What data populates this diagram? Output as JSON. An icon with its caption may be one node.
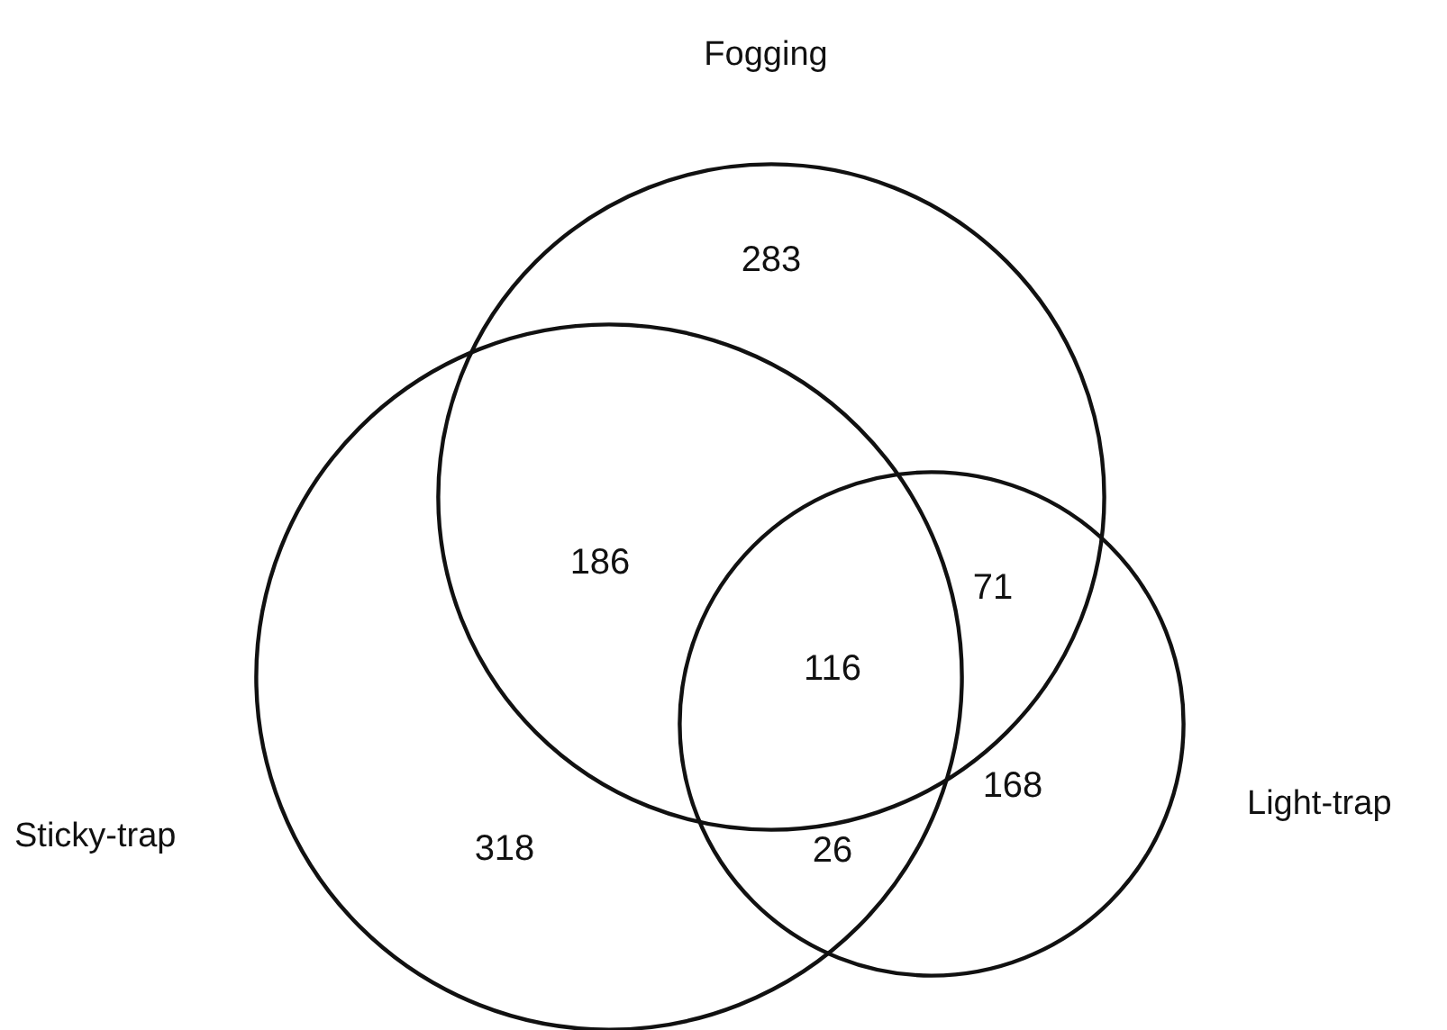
{
  "diagram": {
    "nodes": [
      {
        "text": [
          "Fogging"
        ]
      },
      {
        "text": [
          "Sticky-trap"
        ]
      },
      {
        "text": [
          "Light-trap"
        ]
      }
    ],
    "edges": [],
    "labels": [
      "283",
      "186",
      "71",
      "116",
      "168",
      "318",
      "26"
    ]
  }
}
